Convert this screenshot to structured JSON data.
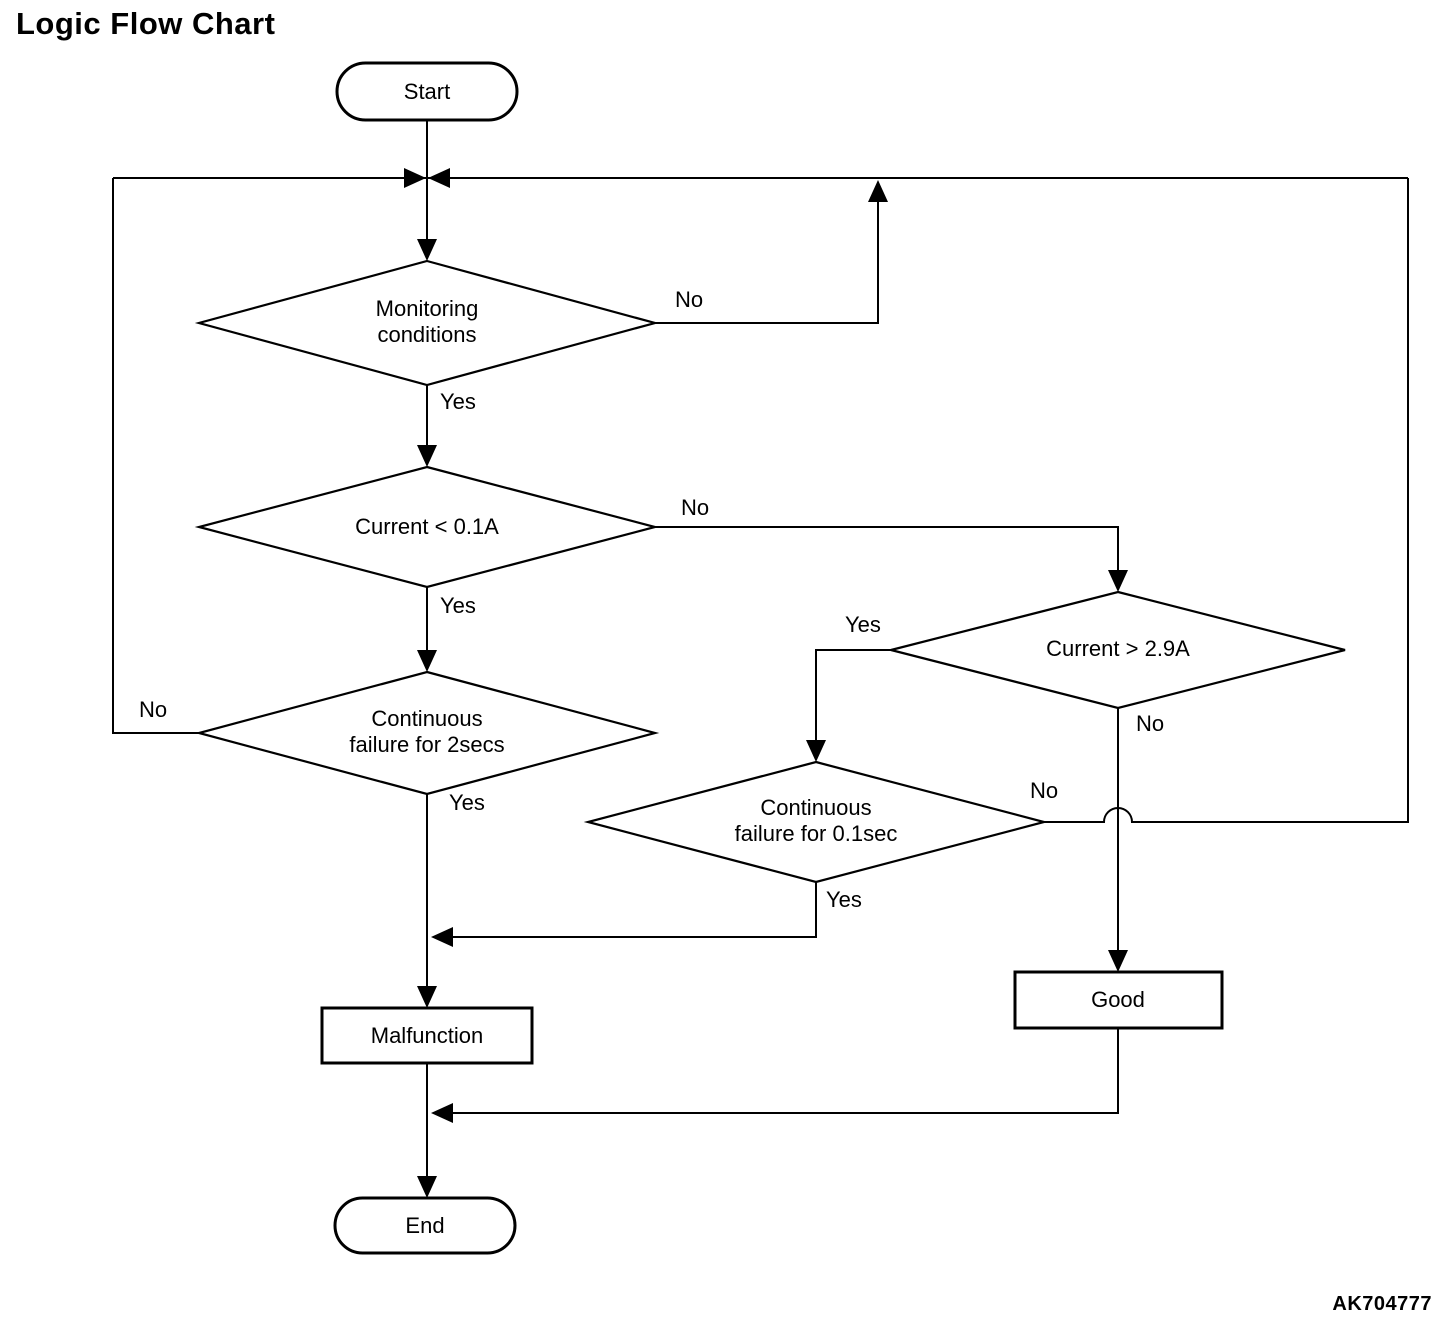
{
  "title": "Logic Flow Chart",
  "figure_code": "AK704777",
  "nodes": {
    "start": {
      "label": "Start"
    },
    "monitoring": {
      "label": "Monitoring\nconditions"
    },
    "current_low": {
      "label": "Current < 0.1A"
    },
    "current_high": {
      "label": "Current > 2.9A"
    },
    "fail2": {
      "label": "Continuous\nfailure for 2secs"
    },
    "fail01": {
      "label": "Continuous\nfailure for 0.1sec"
    },
    "malfunction": {
      "label": "Malfunction"
    },
    "good": {
      "label": "Good"
    },
    "end": {
      "label": "End"
    }
  },
  "edge_labels": {
    "monitoring_no": "No",
    "monitoring_yes": "Yes",
    "current_low_no": "No",
    "current_low_yes": "Yes",
    "current_high_yes": "Yes",
    "current_high_no": "No",
    "fail2_no": "No",
    "fail2_yes": "Yes",
    "fail01_no": "No",
    "fail01_yes": "Yes"
  },
  "colors": {
    "line": "#000000",
    "background": "#ffffff"
  }
}
